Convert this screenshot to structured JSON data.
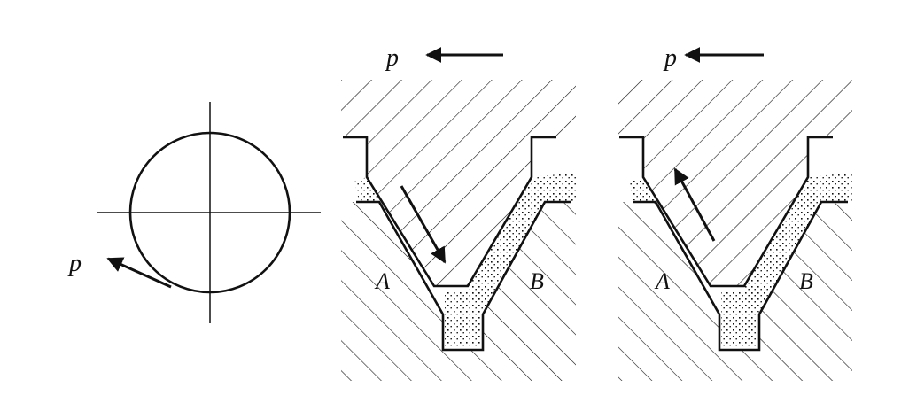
{
  "figure": {
    "panels": [
      {
        "id": "circle",
        "force_label": "p"
      },
      {
        "id": "groove-mid",
        "force_label": "p",
        "left_label": "A",
        "right_label": "B"
      },
      {
        "id": "groove-right",
        "force_label": "p",
        "left_label": "A",
        "right_label": "B"
      }
    ]
  },
  "colors": {
    "ink": "#111111",
    "background": "#ffffff"
  }
}
